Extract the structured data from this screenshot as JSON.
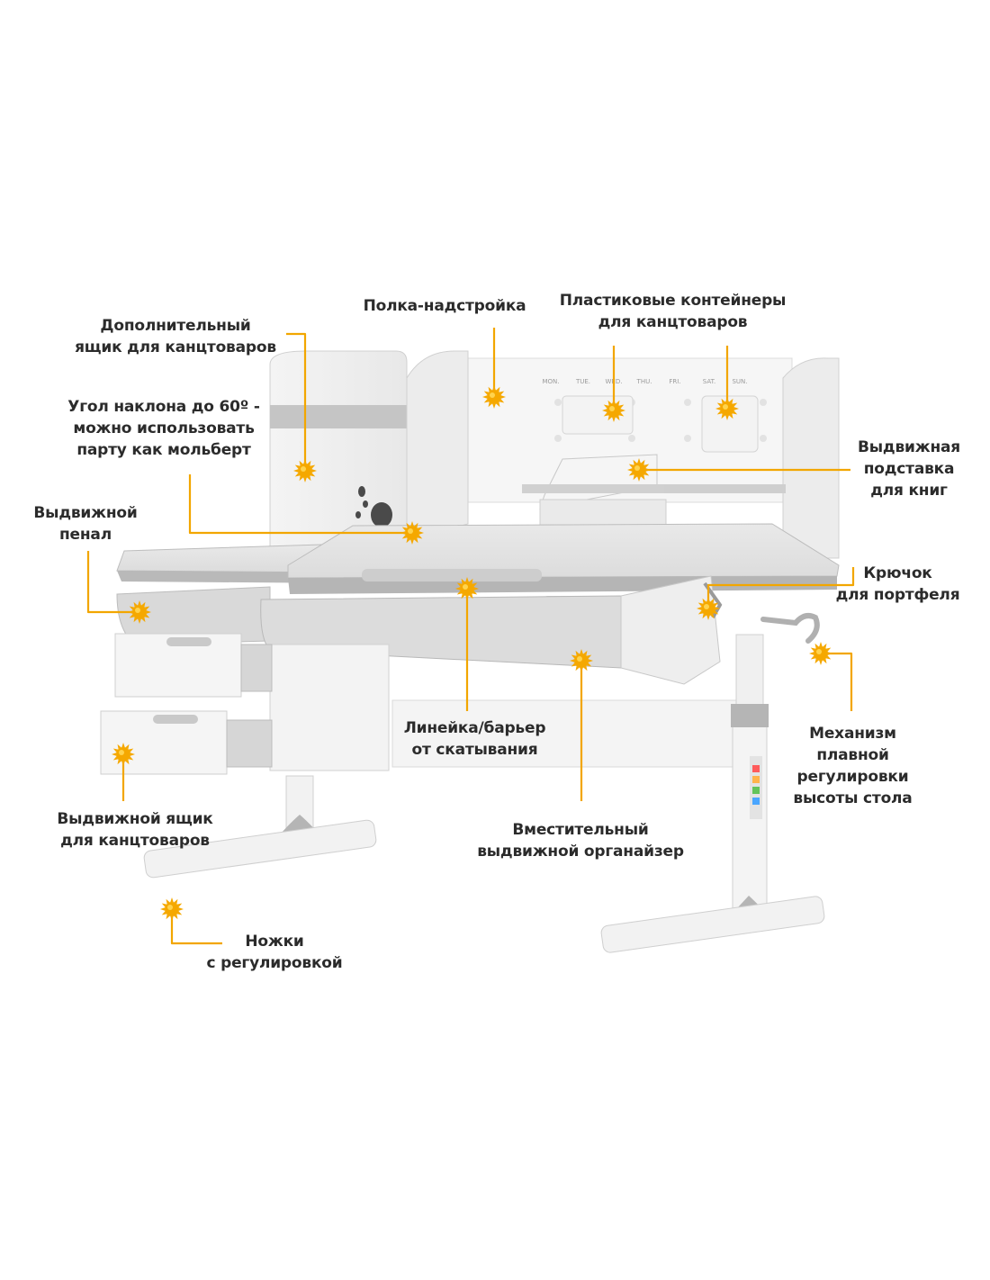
{
  "colors": {
    "accent": "#f5a800",
    "line": "#f2a600",
    "furniture_light": "#f1f1f1",
    "furniture_gray": "#b8b8b8",
    "text": "#2b2b2b"
  },
  "icons": {
    "marker": "sun-icon"
  },
  "labels": {
    "extra_box": "Дополнительный\nящик для канцтоваров",
    "shelf": "Полка-надстройка",
    "plastic_containers": "Пластиковые контейнеры\nдля канцтоваров",
    "tilt_angle": "Угол наклона до 60º -\nможно использовать\nпарту как мольберт",
    "book_stand": "Выдвижная\nподставка\nдля книг",
    "pencil_case": "Выдвижной\nпенал",
    "hook": "Крючок\nдля портфеля",
    "ruler": "Линейка/барьер\nот скатывания",
    "height_mechanism": "Механизм\nплавной\nрегулировки\nвысоты стола",
    "drawer": "Выдвижной ящик\nдля канцтоваров",
    "organizer": "Вместительный\nвыдвижной органайзер",
    "legs": "Ножки\nс регулировкой"
  },
  "shelf_days": [
    "MON.",
    "TUE.",
    "WED.",
    "THU.",
    "FRI.",
    "SAT.",
    "SUN."
  ]
}
